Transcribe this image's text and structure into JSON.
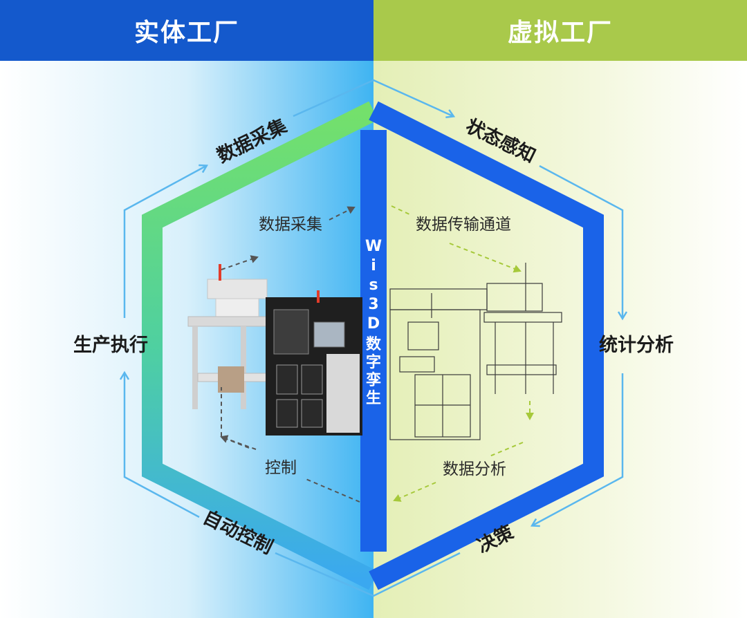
{
  "header": {
    "left_title": "实体工厂",
    "right_title": "虚拟工厂"
  },
  "colors": {
    "left_header": "#1459cc",
    "right_header": "#a9c94b",
    "arrow_outer": "#5ab7ee",
    "hexagon_blue": "#1a63e8",
    "hexagon_green": "#6fdc6f",
    "dash_gray": "#555555",
    "dash_green": "#a6c93a"
  },
  "outer_cycle": {
    "top_left": "数据采集",
    "top_right": "状态感知",
    "right": "统计分析",
    "bottom_right": "决策",
    "bottom_left": "自动控制",
    "left": "生产执行"
  },
  "inner_flow": {
    "physical_collect": "数据采集",
    "physical_control": "控制",
    "virtual_transfer": "数据传输通道",
    "virtual_analysis": "数据分析"
  },
  "center_bar": {
    "brand_letters": [
      "W",
      "i",
      "s",
      "3",
      "D"
    ],
    "product_chars": [
      "数",
      "字",
      "孪",
      "生"
    ]
  },
  "images": {
    "physical_machine": "inspection-machine-photo",
    "virtual_machine": "inspection-machine-line-drawing"
  }
}
